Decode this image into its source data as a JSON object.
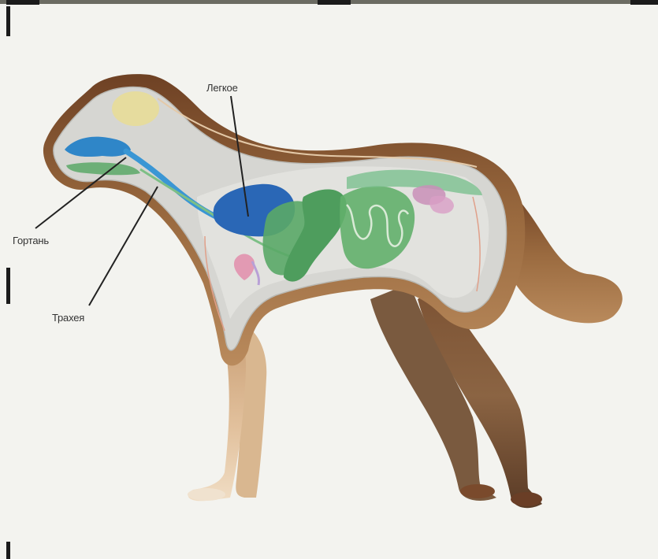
{
  "labels": {
    "lungs": "Легкое",
    "larynx": "Гортань",
    "trachea": "Трахея"
  },
  "colors": {
    "background": "#f3f3ef",
    "fur": "#8a5a32",
    "body_cavity": "#d4d4d0",
    "airways": "#2f86c8",
    "lungs": "#2a67b6",
    "digestive": "#5aa867",
    "leader_line": "#222222"
  }
}
